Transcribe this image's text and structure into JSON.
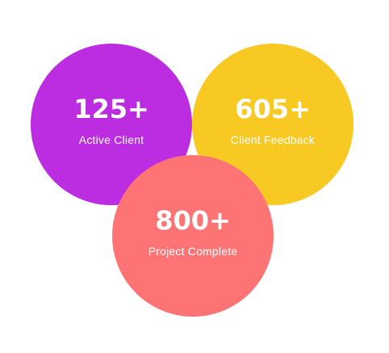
{
  "stats": [
    {
      "value": "125+",
      "label": "Active Client",
      "color": "#bc2ce0"
    },
    {
      "value": "605+",
      "label": "Client Feedback",
      "color": "#f8c823"
    },
    {
      "value": "800+",
      "label": "Project Complete",
      "color": "#fe7474"
    }
  ]
}
